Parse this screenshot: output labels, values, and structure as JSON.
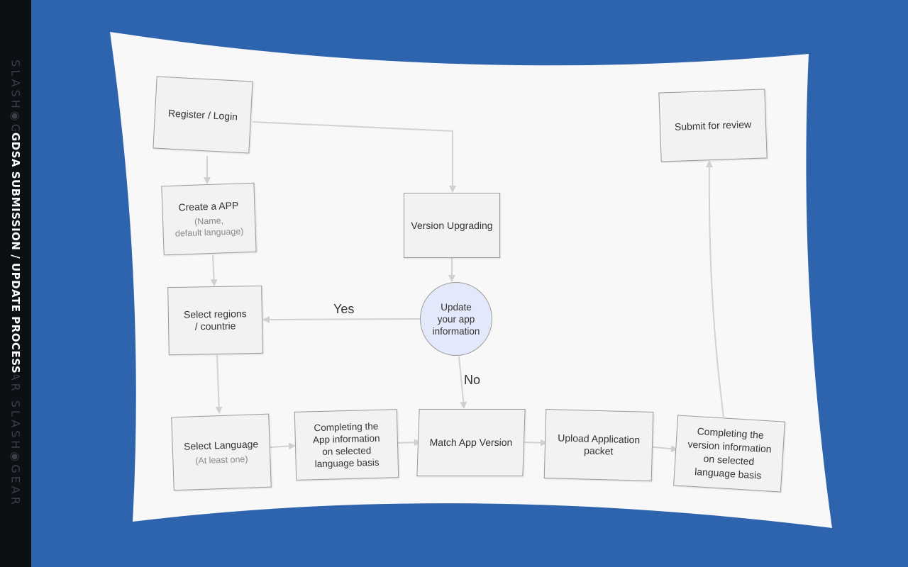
{
  "watermark": "SLASH◉GEAR SLASH◉GEAR SLASH◉GEAR SLASH◉GEAR",
  "side_title": "GDSA SUBMISSION / UPDATE PROCESS",
  "colors": {
    "background": "#2d64ad",
    "paper": "#f8f8f8",
    "node": "#f2f2f2",
    "decision": "#e4e8fb",
    "arrow": "#d2d2d2"
  },
  "nodes": {
    "register": {
      "label": "Register / Login"
    },
    "create_app": {
      "label": "Create a APP",
      "sub1": "(Name,",
      "sub2": "default language)"
    },
    "select_regions": {
      "line1": "Select regions",
      "line2": "/ countrie"
    },
    "version_upgrading": {
      "label": "Version Upgrading"
    },
    "decision": {
      "line1": "Update",
      "line2": "your app",
      "line3": "information"
    },
    "select_language": {
      "label": "Select Language",
      "sub": "(At least one)"
    },
    "completing_app_info": {
      "line1": "Completing the",
      "line2": "App information",
      "line3": "on selected",
      "line4": "language basis"
    },
    "match_version": {
      "label": "Match App Version"
    },
    "upload_packet": {
      "line1": "Upload Application",
      "line2": "packet"
    },
    "completing_version_info": {
      "line1": "Completing the",
      "line2": "version information",
      "line3": "on selected",
      "line4": "language basis"
    },
    "submit": {
      "label": "Submit for review"
    }
  },
  "edge_labels": {
    "yes": "Yes",
    "no": "No"
  }
}
